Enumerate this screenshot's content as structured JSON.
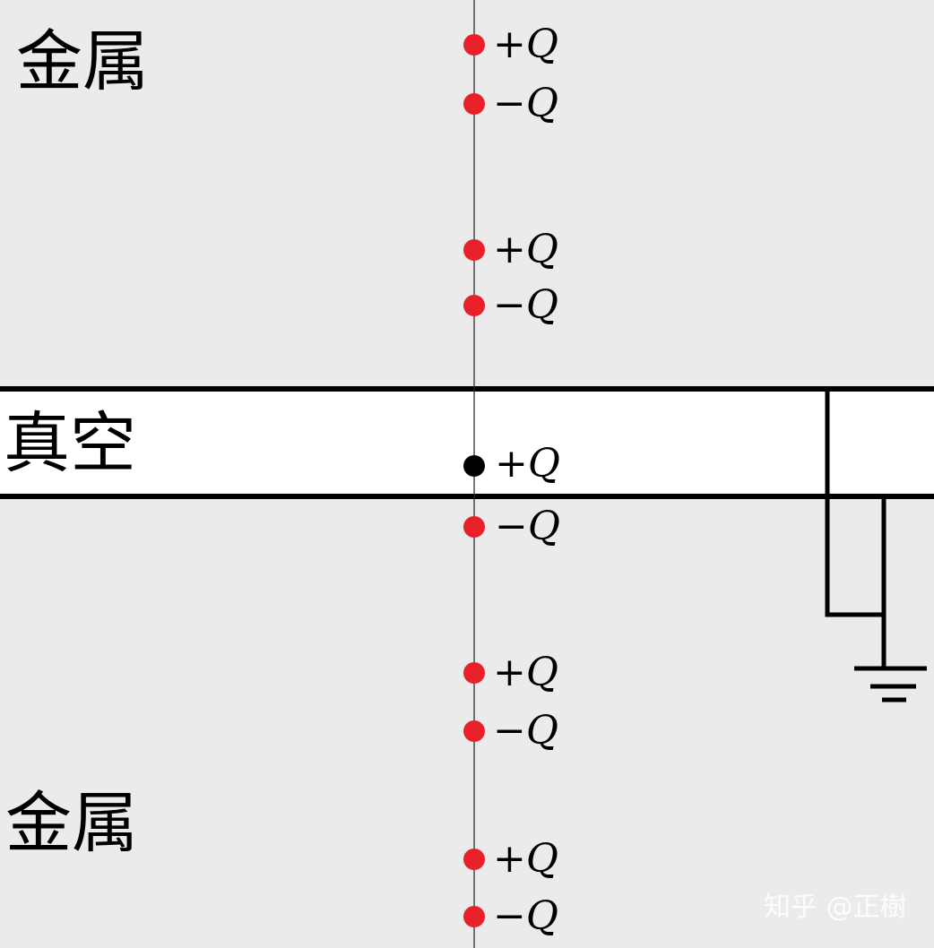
{
  "regions": {
    "metal_top": "金属",
    "vacuum": "真空",
    "metal_bottom": "金属"
  },
  "charges": [
    {
      "sign": "+",
      "symbol": "Q",
      "color": "#e8202a"
    },
    {
      "sign": "−",
      "symbol": "Q",
      "color": "#e8202a"
    },
    {
      "sign": "+",
      "symbol": "Q",
      "color": "#e8202a"
    },
    {
      "sign": "−",
      "symbol": "Q",
      "color": "#e8202a"
    },
    {
      "sign": "+",
      "symbol": "Q",
      "color": "#000000"
    },
    {
      "sign": "−",
      "symbol": "Q",
      "color": "#e8202a"
    },
    {
      "sign": "+",
      "symbol": "Q",
      "color": "#e8202a"
    },
    {
      "sign": "−",
      "symbol": "Q",
      "color": "#e8202a"
    },
    {
      "sign": "+",
      "symbol": "Q",
      "color": "#e8202a"
    },
    {
      "sign": "−",
      "symbol": "Q",
      "color": "#e8202a"
    }
  ],
  "watermark": "知乎 @正樹",
  "colors": {
    "metal_background": "#ebebeb",
    "vacuum_background": "#ffffff",
    "image_charge": "#e8202a",
    "real_charge": "#000000",
    "line": "#000000"
  },
  "icons": {
    "ground": "ground-symbol-icon"
  }
}
